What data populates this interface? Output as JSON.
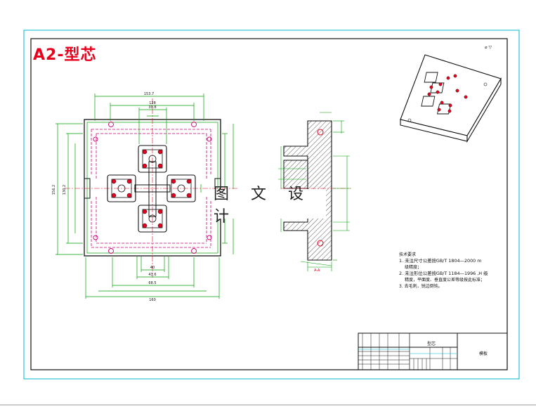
{
  "title": "A2-型芯",
  "watermark": "图 文 设 计",
  "corner_mark": "⌀ ▽",
  "section_label": "A-A",
  "notes": {
    "heading": "技术要求",
    "req1": "1. 未注尺寸公差按GB/T 1804—2000 m",
    "req1b": "级精度；",
    "req2": "2. 未注形位公差按GB/T 1184—1996 ,H 级",
    "req2b": "精度，平面度、垂直度公差等级按此标准；",
    "req3": "3. 去毛刺，锐边倒钝。"
  },
  "title_block": {
    "part_title": "型芯",
    "name_cell": "模板"
  },
  "dimensions": {
    "top_overall": "153.7",
    "top_inner": "128",
    "top_small": "39.8",
    "left_overall": "156.2",
    "left_inner": "130.2",
    "bottom_a": "40",
    "bottom_b": "41.6",
    "bottom_c": "68.5",
    "bottom_overall": "160"
  },
  "colors": {
    "frame": "#00b7c8",
    "outline": "#111111",
    "dimension": "#00a000",
    "hidden": "#d0007a",
    "center": "#e8001c",
    "hatch": "#111111",
    "title": "#e8001c"
  }
}
